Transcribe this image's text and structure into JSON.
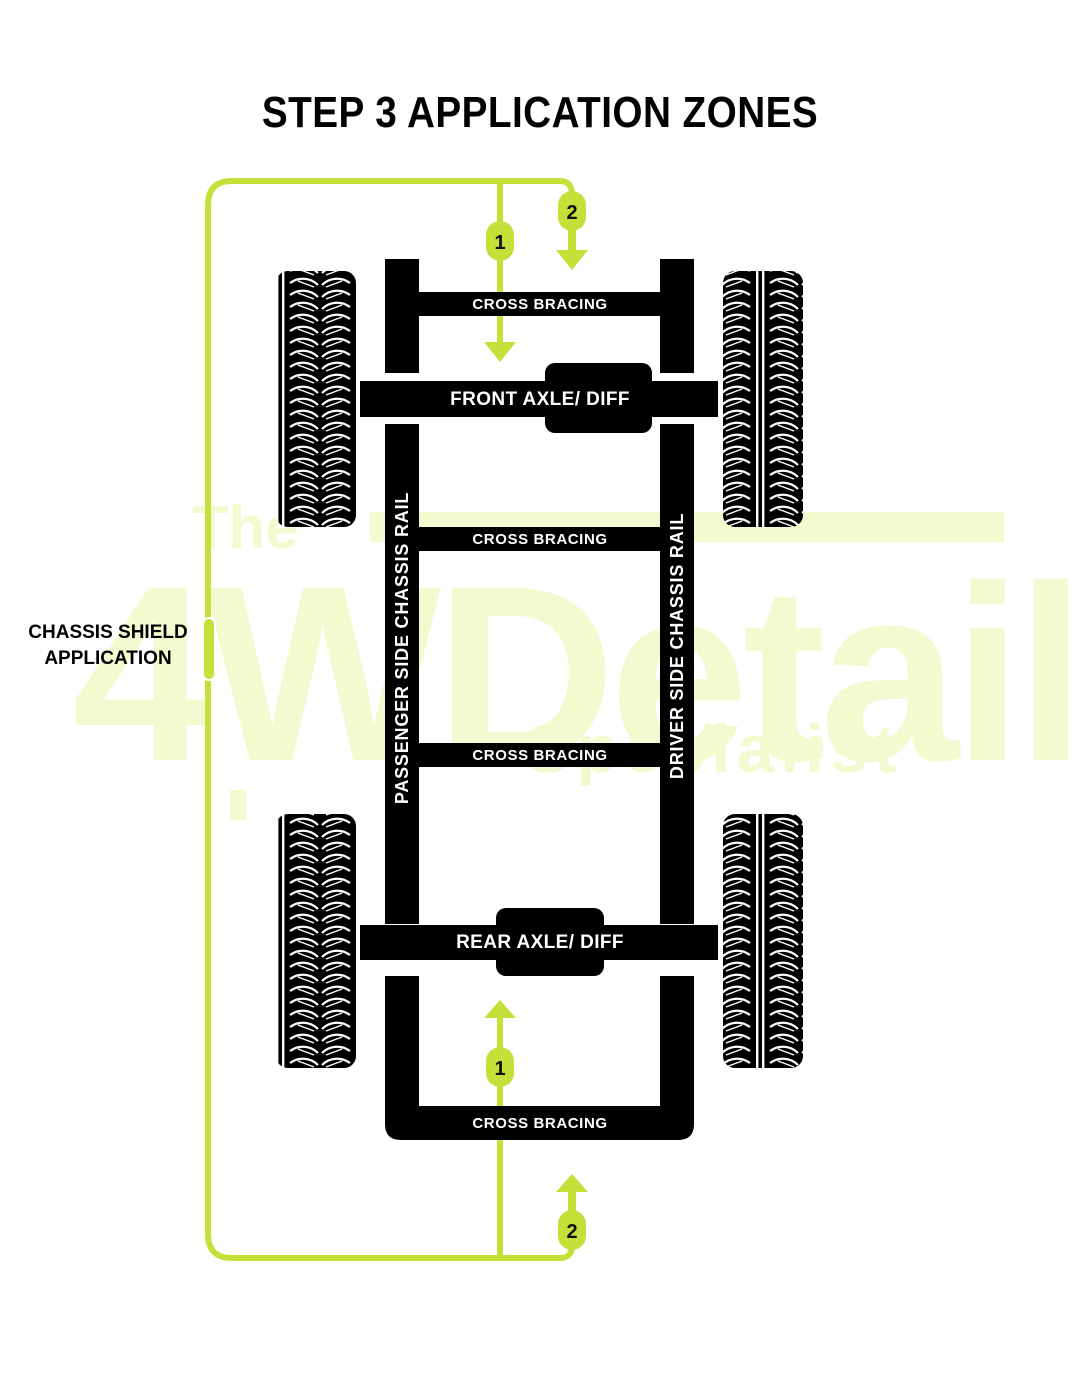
{
  "title": "STEP 3 APPLICATION ZONES",
  "side_label": {
    "line1": "CHASSIS SHIELD",
    "line2": "APPLICATION"
  },
  "labels": {
    "cross_bracing_1": "CROSS BRACING",
    "front_axle": "FRONT AXLE/ DIFF",
    "cross_bracing_2": "CROSS BRACING",
    "cross_bracing_3": "CROSS BRACING",
    "rear_axle": "REAR AXLE/ DIFF",
    "cross_bracing_4": "CROSS BRACING",
    "passenger_rail": "PASSENGER SIDE CHASSIS RAIL",
    "driver_rail": "DRIVER SIDE CHASSIS RAIL"
  },
  "markers": {
    "top_1": "1",
    "top_2": "2",
    "bottom_1": "1",
    "bottom_2": "2"
  },
  "watermark": {
    "line1": "The",
    "line2": "4WDetail",
    "line3": "Specialist"
  },
  "colors": {
    "accent": "#c6e03a",
    "frame": "#000000",
    "watermark": "#f4f9cf"
  }
}
